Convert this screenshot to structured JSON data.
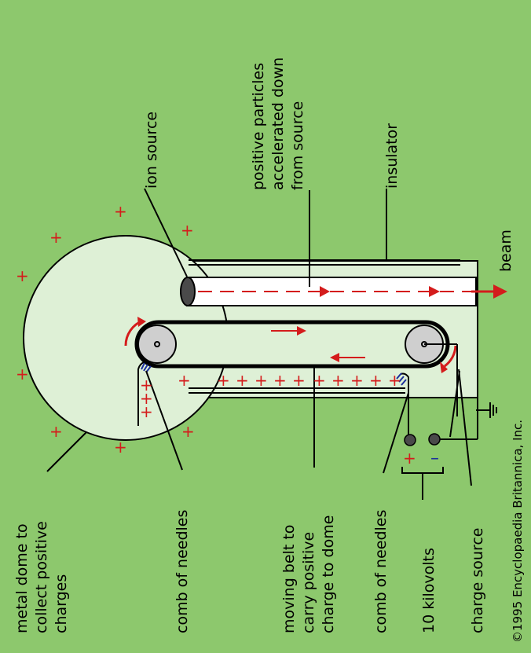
{
  "labels": {
    "positive_particles": [
      "positive particles",
      "accelerated down",
      "from source"
    ],
    "ion_source": "ion source",
    "insulator": "insulator",
    "beam": "beam",
    "metal_dome": [
      "metal dome to",
      "collect positive",
      "charges"
    ],
    "comb_top": "comb of needles",
    "moving_belt": [
      "moving belt to",
      "carry positive",
      "charge to dome"
    ],
    "comb_bottom": "comb of needles",
    "voltage": "10 kilovolts",
    "charge_source": "charge source",
    "copyright": "©1995 Encyclopaedia Britannica, Inc."
  },
  "symbols": {
    "plus": "+",
    "minus": "–"
  },
  "colors": {
    "background": "#8dc86d",
    "component_fill": "#def0d6",
    "charge_red": "#d41c1c",
    "comb_blue": "#1b2f9c"
  }
}
